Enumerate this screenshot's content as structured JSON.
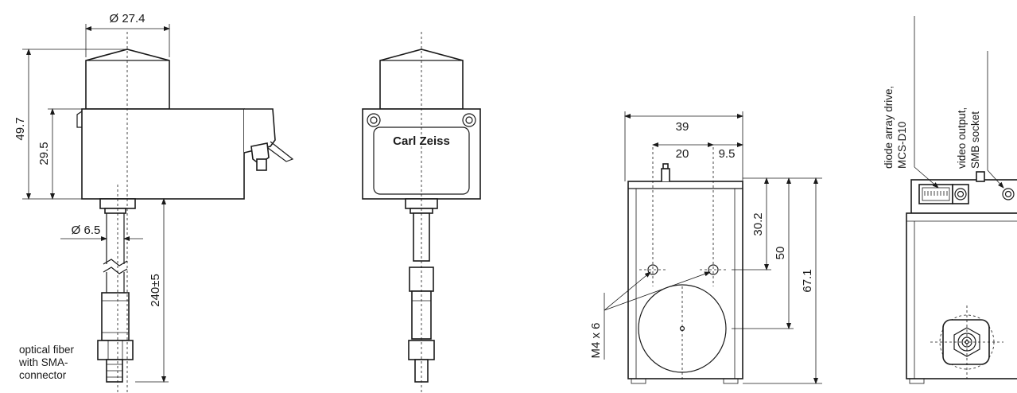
{
  "side_view": {
    "dim_diameter_top": "Ø 27.4",
    "dim_height_total": "49.7",
    "dim_height_body": "29.5",
    "dim_fiber_diameter": "Ø 6.5",
    "dim_fiber_length": "240±5",
    "label_fiber": [
      "optical fiber",
      "with SMA-",
      "connector"
    ]
  },
  "front_view": {
    "brand": "Carl  Zeiss"
  },
  "bottom_view": {
    "dim_width": "39",
    "dim_hole_a": "20",
    "dim_hole_b": "9.5",
    "dim_hole_depth": "30.2",
    "dim_mid": "50",
    "dim_height": "67.1",
    "label_thread": "M4 x 6"
  },
  "rear_view": {
    "label_drive": [
      "diode array drive,",
      "MCS-D10"
    ],
    "label_video": [
      "video output,",
      "SMB socket"
    ]
  }
}
